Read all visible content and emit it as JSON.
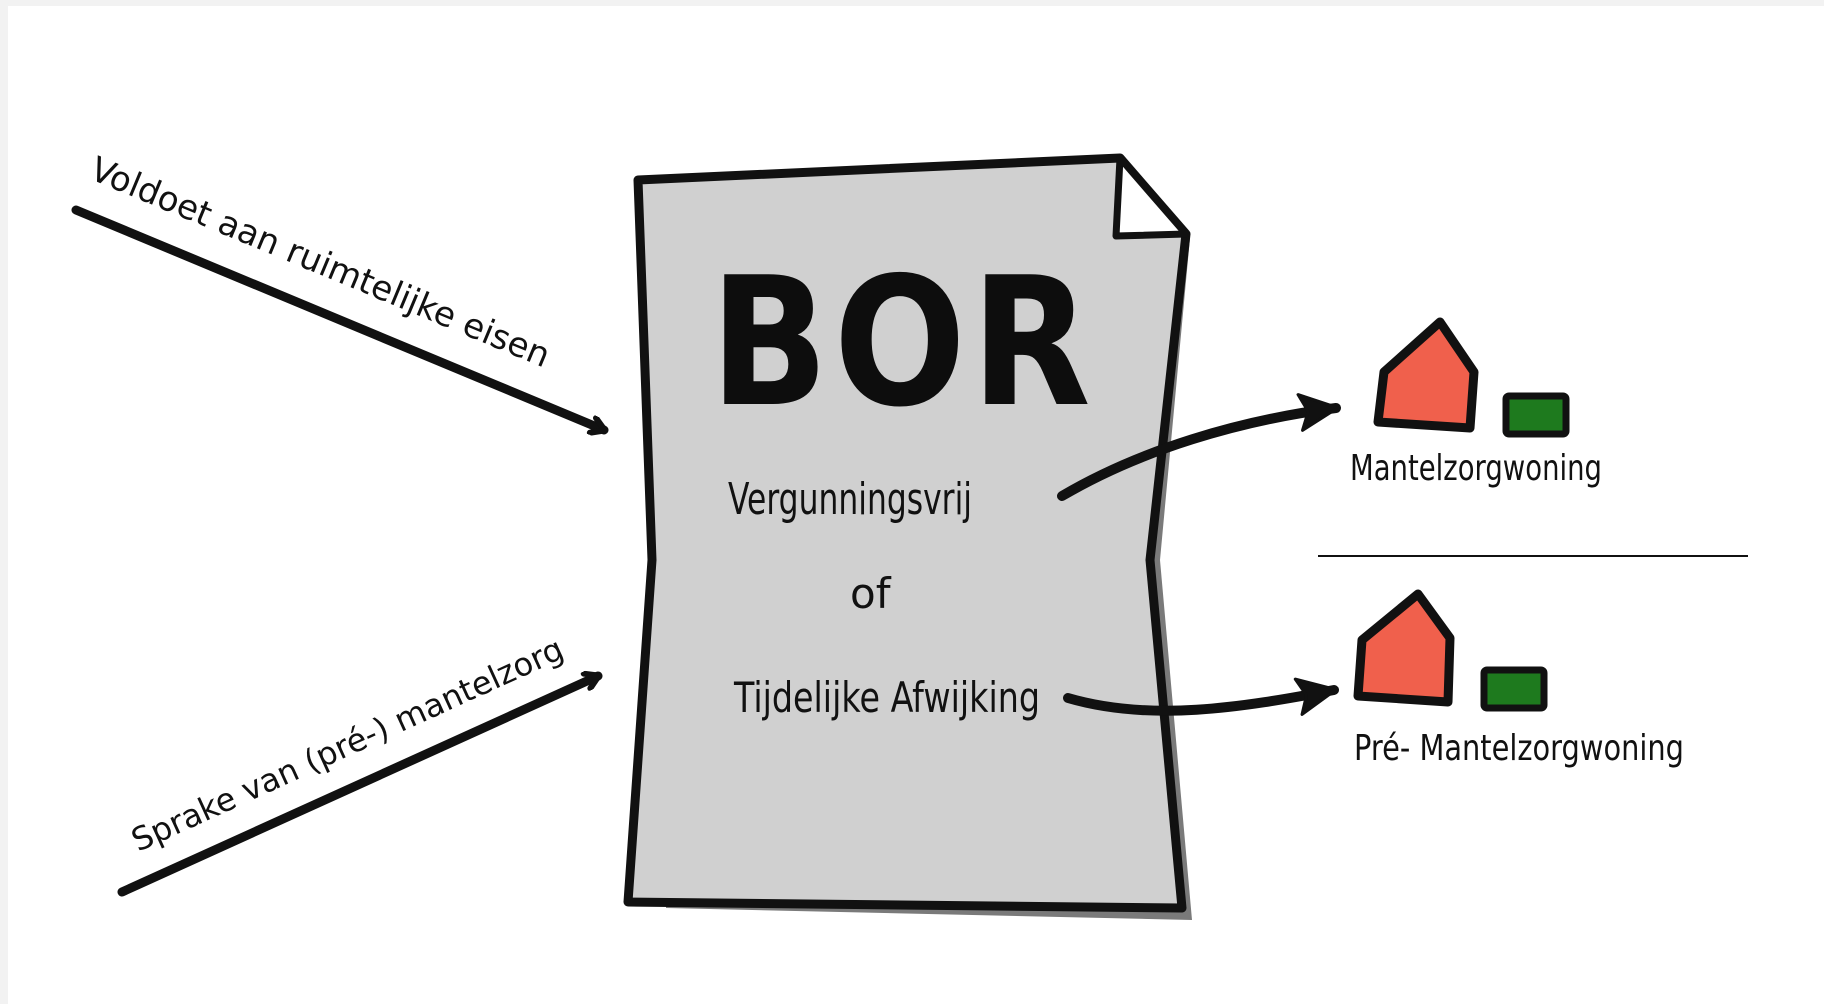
{
  "diagram": {
    "document": {
      "title": "BOR",
      "line1": "Vergunningsvrij",
      "line2": "of",
      "line3": "Tijdelijke Afwijking"
    },
    "inputs": [
      {
        "label": "Voldoet aan ruimtelijke eisen"
      },
      {
        "label": "Sprake van (pré-) mantelzorg"
      }
    ],
    "outputs": [
      {
        "label": "Mantelzorgwoning",
        "icon": "house-icon"
      },
      {
        "label": "Pré- Mantelzorgwoning",
        "icon": "house-icon"
      }
    ],
    "colors": {
      "paper": "#d0d0d0",
      "house": "#f0604c",
      "annex": "#1e7a1e",
      "ink": "#111111",
      "background": "#ffffff"
    }
  }
}
